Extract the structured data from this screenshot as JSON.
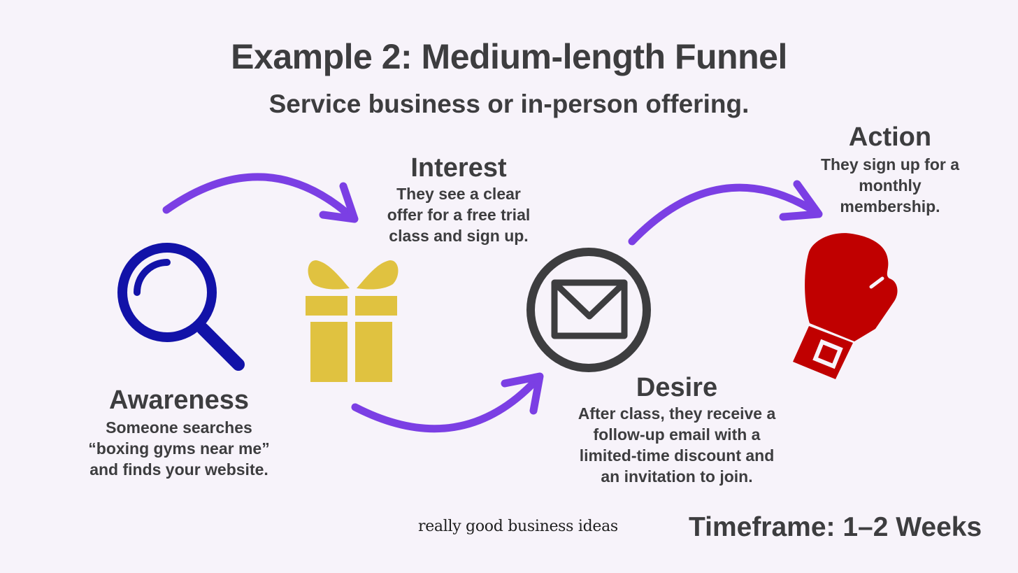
{
  "title": "Example 2: Medium-length Funnel",
  "subtitle": "Service business or in-person offering.",
  "stages": [
    {
      "name": "Awareness",
      "icon": "magnifying-glass-icon",
      "icon_color": "#1212a8",
      "lines": [
        "Someone searches",
        "“boxing gyms near me”",
        "and finds your website."
      ]
    },
    {
      "name": "Interest",
      "icon": "gift-icon",
      "icon_color": "#e0c240",
      "lines": [
        "They see a clear",
        "offer for a free trial",
        "class and sign up."
      ]
    },
    {
      "name": "Desire",
      "icon": "envelope-icon",
      "icon_color": "#3d3d3f",
      "lines": [
        "After class, they receive a",
        "follow-up email with a",
        "limited-time discount and",
        "an invitation to join."
      ]
    },
    {
      "name": "Action",
      "icon": "boxing-glove-icon",
      "icon_color": "#c00000",
      "lines": [
        "They sign up for a",
        "monthly",
        "membership."
      ]
    }
  ],
  "arrow_color": "#7b3fe4",
  "brand": "really good business ideas",
  "timeframe": "Timeframe: 1–2 Weeks"
}
